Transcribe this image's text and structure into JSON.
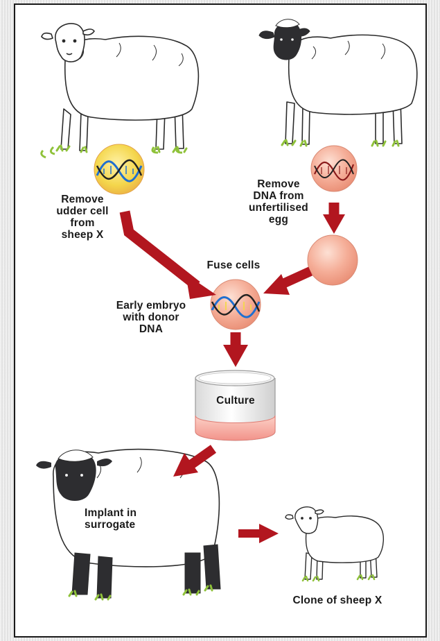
{
  "labels": {
    "remove_udder": "Remove\nudder cell\nfrom\nsheep X",
    "remove_dna": "Remove\nDNA from\nunfertilised\negg",
    "fuse_cells": "Fuse cells",
    "early_embryo": "Early embryo\nwith donor\nDNA",
    "culture": "Culture",
    "implant": "Implant in\nsurrogate",
    "clone": "Clone of sheep X"
  },
  "colors": {
    "arrow": "#b2161f",
    "cell_fill": "#f2a48e",
    "cell_highlight": "#fbd6c8",
    "yellow_cell": "#f3d84a",
    "dna_blue": "#1f6fd0",
    "dna_dark": "#222222",
    "grass": "#8fc23a",
    "wool": "#ffffff",
    "outline": "#2b2b2b",
    "black_face": "#2d2d30"
  }
}
